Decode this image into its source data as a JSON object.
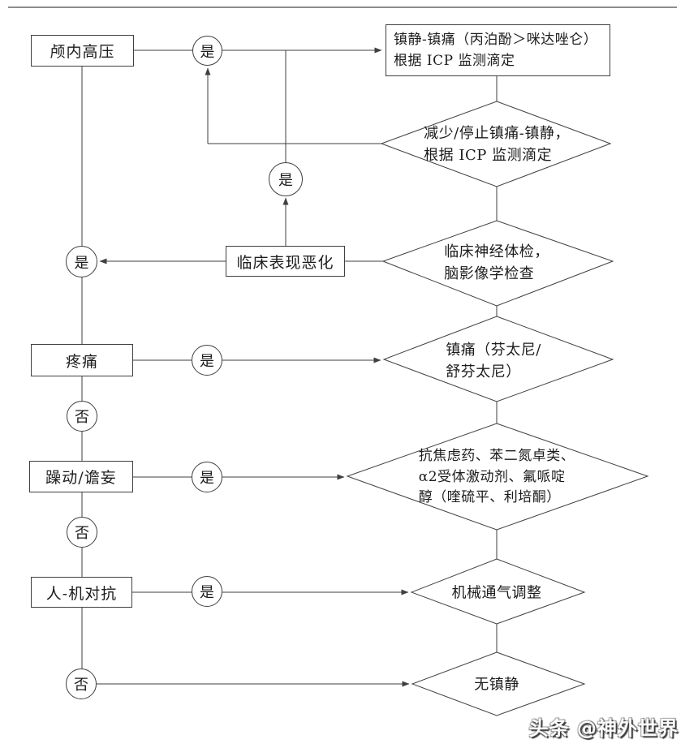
{
  "labels": {
    "yes": "是",
    "no": "否"
  },
  "watermark": "头条 @神外世界",
  "boxes": {
    "intracranial_hypertension": "颅内高压",
    "sedation_line1": "镇静-镇痛（丙泊酚＞咪达唑仑）",
    "sedation_line2": "根据 ICP 监测滴定",
    "clinical_deterioration": "临床表现恶化",
    "pain": "疼痛",
    "agitation_delirium": "躁动/谵妄",
    "patient_ventilator_asynchrony": "人-机对抗"
  },
  "diamonds": {
    "reduce_line1": "减少/停止镇痛-镇静，",
    "reduce_line2": "根据 ICP 监测滴定",
    "exam_line1": "临床神经体检，",
    "exam_line2": "脑影像学检查",
    "analgesia_line1": "镇痛（芬太尼/",
    "analgesia_line2": "舒芬太尼）",
    "anxiolytic_line1": "抗焦虑药、苯二氮卓类、",
    "anxiolytic_line2": "α2受体激动剂、氟哌啶",
    "anxiolytic_line3": "醇（喹硫平、利培酮）",
    "vent_adjust": "机械通气调整",
    "no_sedation": "无镇静"
  }
}
